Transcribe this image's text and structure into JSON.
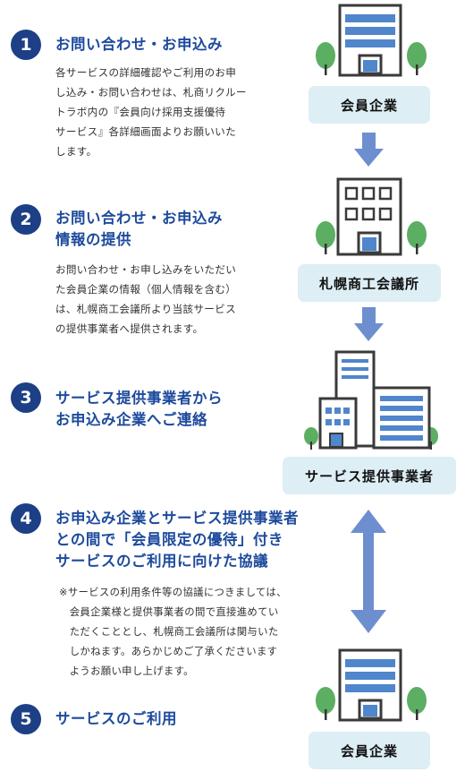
{
  "steps": [
    {
      "num": "1",
      "title": "お問い合わせ・お申込み",
      "desc": "各サービスの詳細確認やご利用のお申\nし込み・お問い合わせは、札商リクルー\nトラボ内の『会員向け採用支援優待\nサービス』各詳細画面よりお願いいた\nします。"
    },
    {
      "num": "2",
      "title": "お問い合わせ・お申込み\n情報の提供",
      "desc": "お問い合わせ・お申し込みをいただい\nた会員企業の情報（個人情報を含む）\nは、札幌商工会議所より当該サービス\nの提供事業者へ提供されます。"
    },
    {
      "num": "3",
      "title": "サービス提供事業者から\nお申込み企業へご連絡"
    },
    {
      "num": "4",
      "title": "お申込み企業とサービス提供事業者\nとの間で「会員限定の優待」付き\nサービスのご利用に向けた協議",
      "desc": "※サービスの利用条件等の協議につきましては、\n　会員企業様と提供事業者の間で直接進めてい\n　ただくこととし、札幌商工会議所は関与いた\n　しかねます。あらかじめご了承くださいます\n　ようお願い申し上げます。"
    },
    {
      "num": "5",
      "title": "サービスのご利用"
    }
  ],
  "entities": {
    "member_top": "会員企業",
    "chamber": "札幌商工会議所",
    "provider": "サービス提供事業者",
    "member_bottom": "会員企業"
  },
  "colors": {
    "navy": "#1d3f85",
    "title_blue": "#1d4a9c",
    "arrow_blue": "#6d8fcf",
    "label_bg": "#ddeef5",
    "tree_green": "#5cae63"
  }
}
